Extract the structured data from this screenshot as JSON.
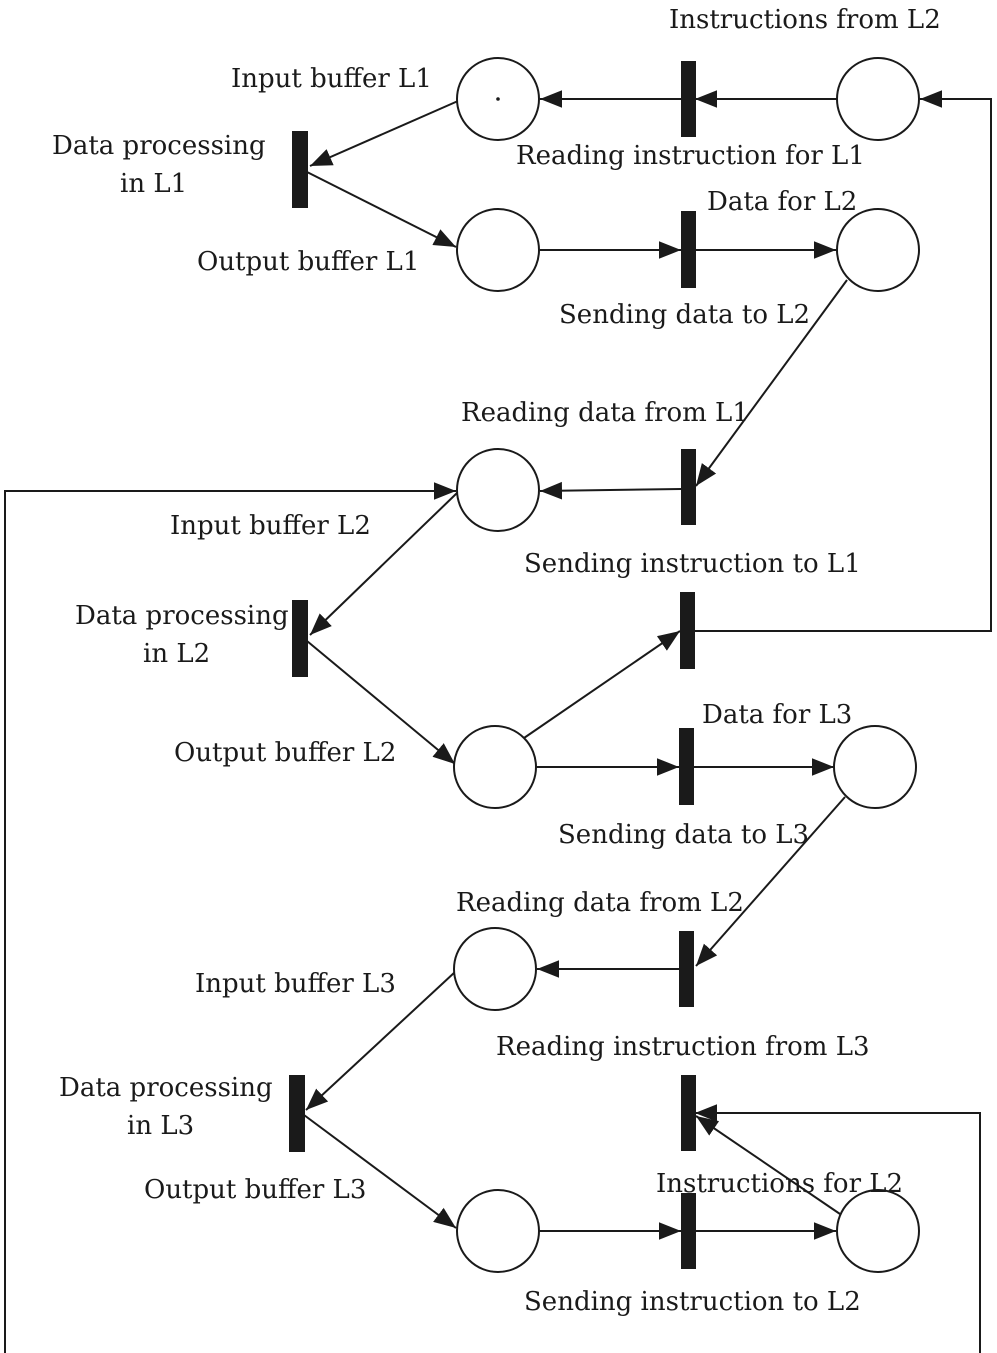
{
  "diagram": {
    "labels": {
      "instructions_from_l2": "Instructions from L2",
      "input_buffer_l1": "Input buffer L1",
      "data_processing_l1_line1": "Data processing",
      "data_processing_l1_line2": "in L1",
      "reading_instruction_for_l1": "Reading instruction for L1",
      "data_for_l2": "Data for L2",
      "output_buffer_l1": "Output buffer L1",
      "sending_data_to_l2": "Sending data to L2",
      "reading_data_from_l1": "Reading data from L1",
      "input_buffer_l2": "Input buffer L2",
      "sending_instruction_to_l1": "Sending instruction to L1",
      "data_processing_l2_line1": "Data processing",
      "data_processing_l2_line2": "in L2",
      "data_for_l3": "Data for L3",
      "output_buffer_l2": "Output buffer L2",
      "sending_data_to_l3": "Sending data to L3",
      "reading_data_from_l2": "Reading data from L2",
      "input_buffer_l3": "Input buffer L3",
      "reading_instruction_from_l3": "Reading instruction from L3",
      "data_processing_l3_line1": "Data processing",
      "data_processing_l3_line2": "in L3",
      "instructions_for_l2": "Instructions for L2",
      "output_buffer_l3": "Output buffer L3",
      "sending_instruction_to_l2": "Sending instruction to L2"
    },
    "tokens": {
      "input_buffer_l1": 1
    }
  }
}
